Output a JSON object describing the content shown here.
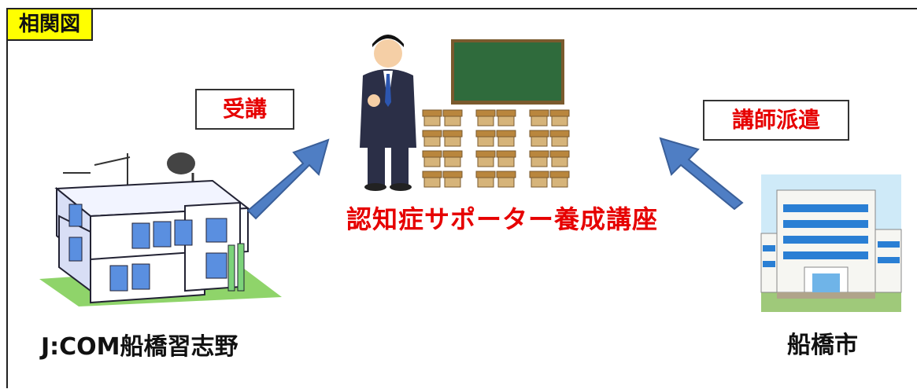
{
  "title": "相関図",
  "labels": {
    "attend": "受講",
    "dispatch": "講師派遣"
  },
  "seminar": {
    "name": "認知症サポーター養成講座"
  },
  "entities": {
    "left": "J:COM船橋習志野",
    "right": "船橋市"
  },
  "colors": {
    "accent_red": "#e60000",
    "title_bg": "#ffff00",
    "arrow_blue": "#4f7ec4",
    "board_green": "#2f6b3c",
    "desk_brown": "#b9863d"
  }
}
